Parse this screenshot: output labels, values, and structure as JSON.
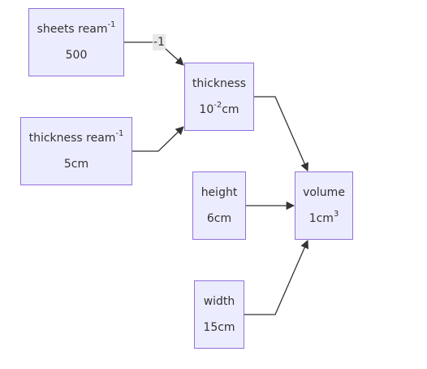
{
  "nodes": {
    "sheets_per_ream": {
      "name": "sheets ream",
      "name_sup": "-1",
      "value": "500",
      "value_sup": "",
      "value_unit": ""
    },
    "thickness_per_ream": {
      "name": "thickness ream",
      "name_sup": "-1",
      "value": "5cm",
      "value_sup": "",
      "value_unit": ""
    },
    "thickness": {
      "name": "thickness",
      "name_sup": "",
      "value": "10",
      "value_sup": "-2",
      "value_unit": "cm"
    },
    "height": {
      "name": "height",
      "name_sup": "",
      "value": "6cm",
      "value_sup": "",
      "value_unit": ""
    },
    "volume": {
      "name": "volume",
      "name_sup": "",
      "value": "1cm",
      "value_sup": "3",
      "value_unit": ""
    },
    "width": {
      "name": "width",
      "name_sup": "",
      "value": "15cm",
      "value_sup": "",
      "value_unit": ""
    }
  },
  "edges": [
    {
      "from": "sheets_per_ream",
      "to": "thickness",
      "label": "-1"
    },
    {
      "from": "thickness_per_ream",
      "to": "thickness",
      "label": ""
    },
    {
      "from": "thickness",
      "to": "volume",
      "label": ""
    },
    {
      "from": "height",
      "to": "volume",
      "label": ""
    },
    {
      "from": "width",
      "to": "volume",
      "label": ""
    }
  ],
  "colors": {
    "node_fill": "#ECECFF",
    "node_border": "#9370DB",
    "edge": "#333333",
    "text": "#333333",
    "edge_label_bg": "#e8e8e8"
  }
}
